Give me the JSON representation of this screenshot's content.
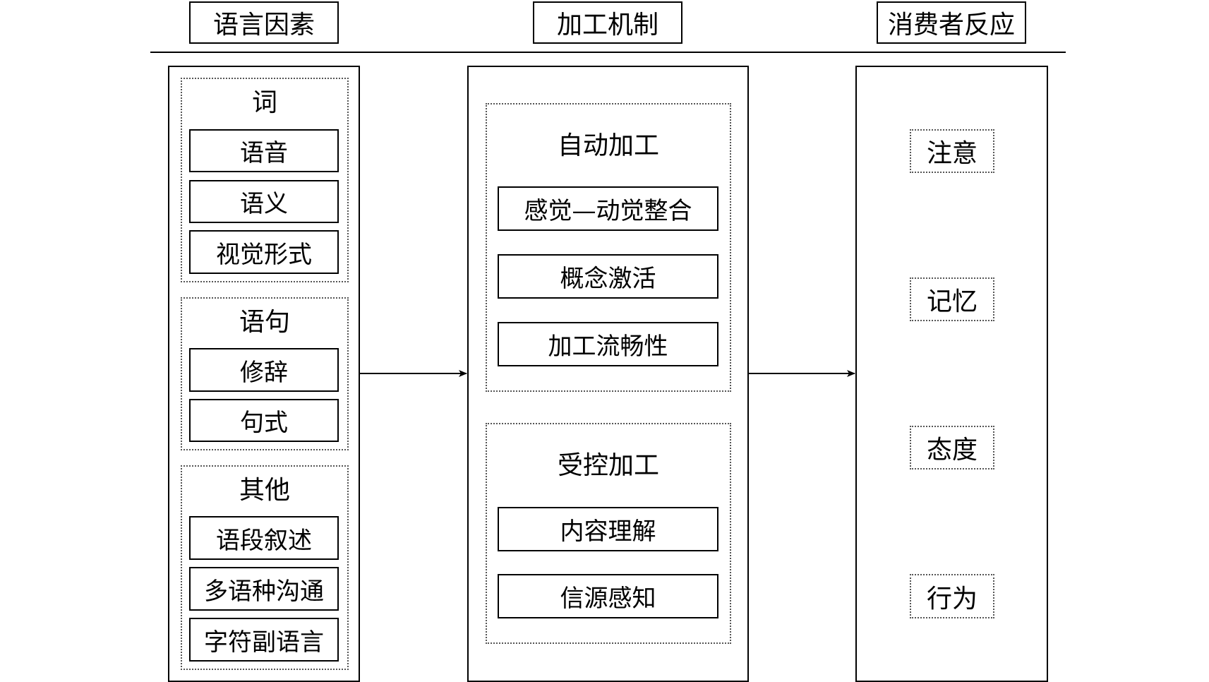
{
  "headers": {
    "left": "语言因素",
    "middle": "加工机制",
    "right": "消费者反应"
  },
  "language_factors": {
    "groups": [
      {
        "title": "词",
        "items": [
          "语音",
          "语义",
          "视觉形式"
        ]
      },
      {
        "title": "语句",
        "items": [
          "修辞",
          "句式"
        ]
      },
      {
        "title": "其他",
        "items": [
          "语段叙述",
          "多语种沟通",
          "字符副语言"
        ]
      }
    ]
  },
  "processing": {
    "groups": [
      {
        "title": "自动加工",
        "items": [
          "感觉—动觉整合",
          "概念激活",
          "加工流畅性"
        ]
      },
      {
        "title": "受控加工",
        "items": [
          "内容理解",
          "信源感知"
        ]
      }
    ]
  },
  "responses": {
    "items": [
      "注意",
      "记忆",
      "态度",
      "行为"
    ]
  },
  "colors": {
    "line": "#000000",
    "dotted_border": "#555555",
    "background": "#ffffff"
  }
}
